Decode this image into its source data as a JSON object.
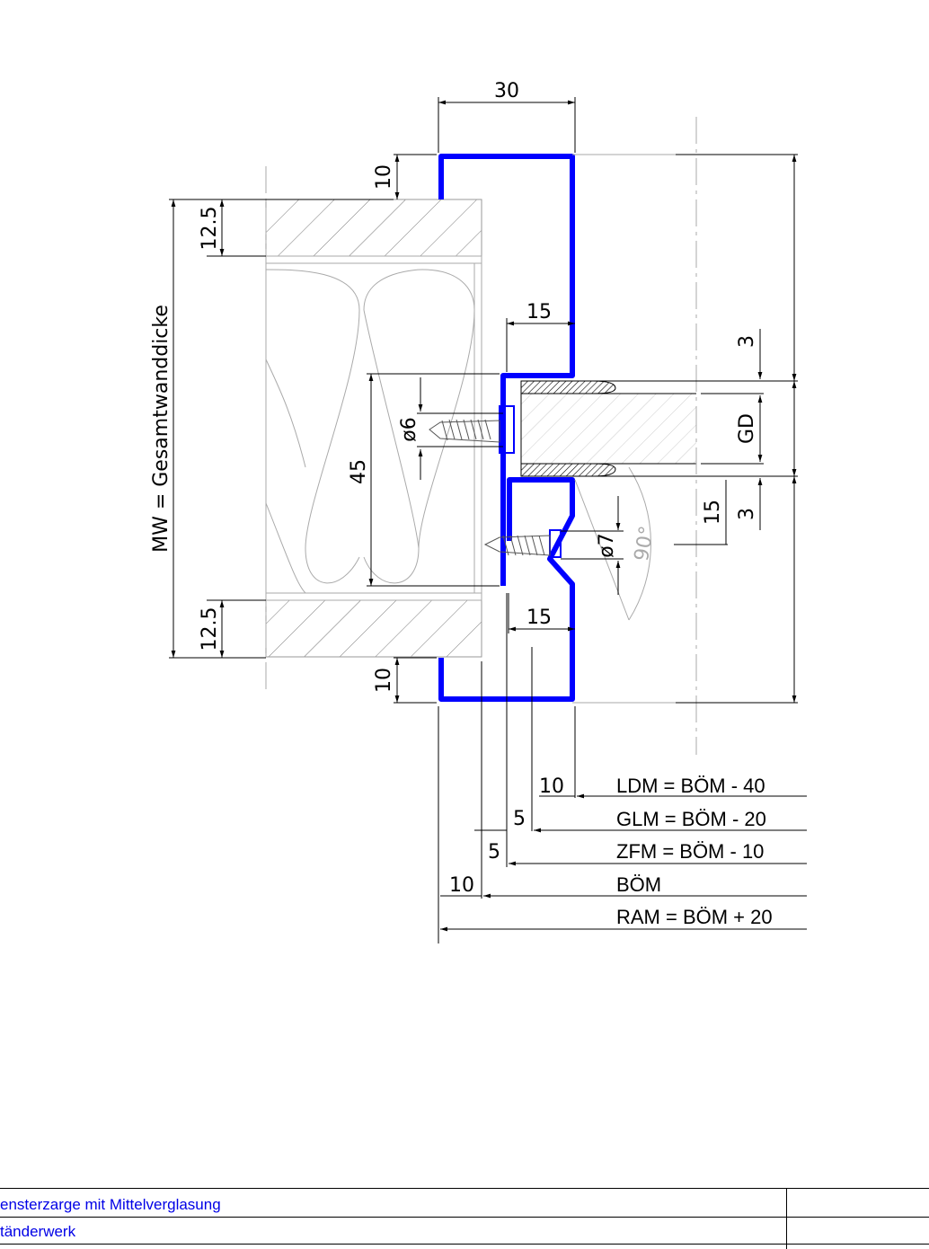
{
  "colors": {
    "profile": "#0000ff",
    "line": "#000000",
    "thin": "#999999"
  },
  "dimensions": {
    "top_width": "30",
    "flange_top": "10",
    "flange_bottom": "10",
    "board_top": "12.5",
    "board_bottom": "12.5",
    "depth_upper": "15",
    "depth_lower": "15",
    "screw_span": "45",
    "screw_dia_left": "ø6",
    "screw_dia_right": "ø7",
    "gap_top": "3",
    "gap_bottom": "3",
    "glass": "GD",
    "right_15": "15",
    "angle": "90°",
    "wall": "MW = Gesamtwanddicke",
    "off_10a": "10",
    "off_5a": "5",
    "off_5b": "5",
    "off_10b": "10"
  },
  "formulas": {
    "ldm": "LDM = BÖM - 40",
    "glm": "GLM = BÖM - 20",
    "zfm": "ZFM = BÖM - 10",
    "bom": "BÖM",
    "ram": "RAM = BÖM + 20"
  },
  "title_block": {
    "line1": "ensterzarge mit Mittelverglasung",
    "line2": "tänderwerk"
  }
}
